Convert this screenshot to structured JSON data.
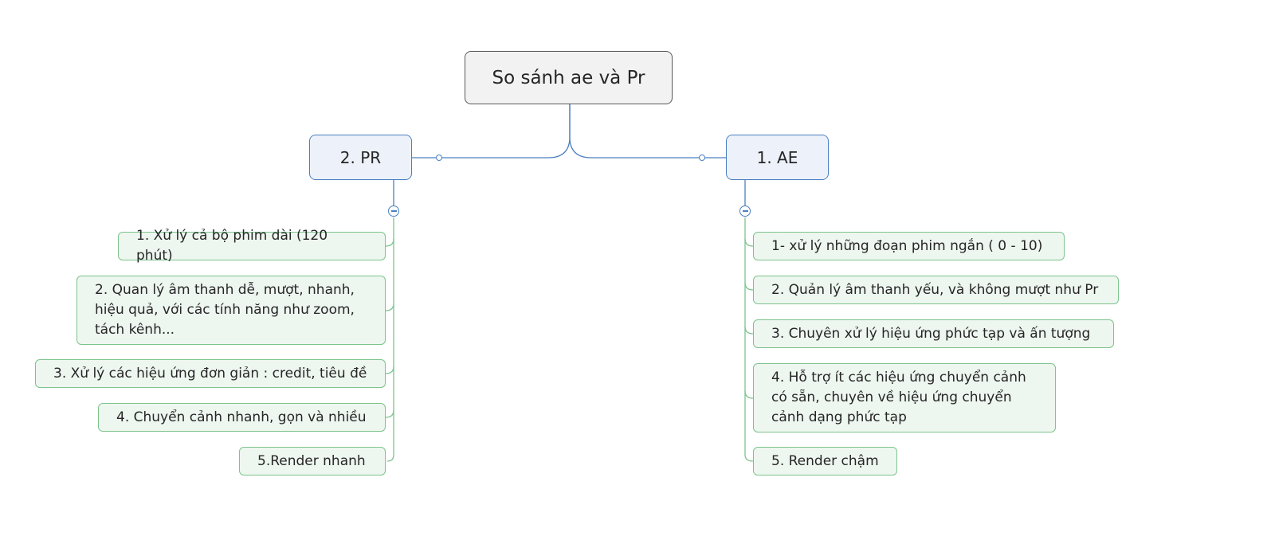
{
  "diagram": {
    "root": {
      "label": "So sánh ae và Pr"
    },
    "pr": {
      "label": "2. PR",
      "items": [
        "1. Xử lý cả bộ phim dài (120 phút)",
        "2. Quan lý âm thanh dễ, mượt, nhanh,\nhiệu quả, với các tính năng như zoom,\ntách kênh...",
        "3. Xử lý các hiệu ứng đơn giản : credit, tiêu đề",
        "4. Chuyển cảnh nhanh, gọn và nhiều",
        "5.Render nhanh"
      ]
    },
    "ae": {
      "label": "1. AE",
      "items": [
        "1- xử lý những đoạn phim ngắn ( 0 - 10)",
        "2. Quản lý âm thanh yếu, và không mượt như Pr",
        "3. Chuyên xử lý hiệu ứng phức tạp và ấn tượng",
        "4. Hỗ trợ ít các hiệu ứng chuyển cảnh\ncó sẵn, chuyên về hiệu ứng chuyển\ncảnh dạng phức tạp",
        "5. Render chậm"
      ]
    },
    "colors": {
      "root_fill": "#f2f2f2",
      "branch_fill": "#edf2fa",
      "branch_line": "#4a7fc2",
      "leaf_fill": "#eef6f0",
      "leaf_line": "#7cc48c"
    }
  }
}
